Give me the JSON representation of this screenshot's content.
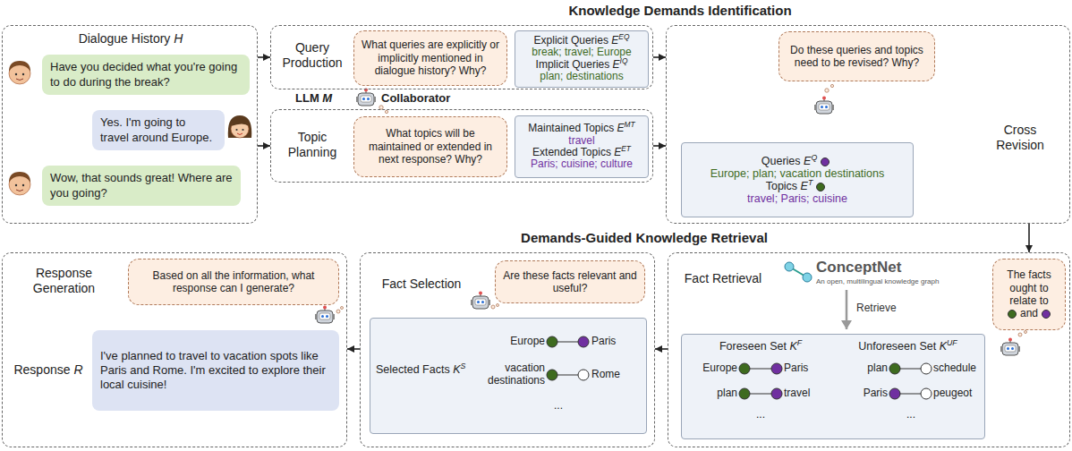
{
  "diagram": {
    "nodes": [
      {
        "text": [
          "Dialogue History H"
        ]
      },
      {
        "text": [
          "Have you decided what you're going to do during the break?"
        ],
        "in": 0
      },
      {
        "text": [
          "Yes. I'm going to travel around Europe."
        ],
        "in": 0
      },
      {
        "text": [
          "Wow, that sounds great! Where are you going?"
        ],
        "in": 0
      },
      {
        "text": [
          "Query Production"
        ]
      },
      {
        "text": [
          "What queries are explicitly or implicitly mentioned in dialogue history? Why?"
        ],
        "in": 4
      },
      {
        "text": [
          "Explicit Queries EEQ",
          "break; travel; Europe",
          "Implicit Queries EIQ",
          "plan; destinations"
        ],
        "in": 4
      },
      {
        "text": [
          "Topic Planning"
        ]
      },
      {
        "text": [
          "What topics will be maintained or extended in next response? Why?"
        ],
        "in": 7
      },
      {
        "text": [
          "Maintained Topics EMT",
          "travel",
          "Extended Topics EET",
          "Paris; cuisine; culture"
        ],
        "in": 7
      },
      {
        "text": [
          "Cross Revision"
        ]
      },
      {
        "text": [
          "Do these queries and topics need to be revised? Why?"
        ],
        "in": 10
      },
      {
        "text": [
          "Queries EQ",
          "Europe; plan; vacation destinations",
          "Topics ET",
          "travel; Paris; cuisine"
        ],
        "in": 10
      },
      {
        "text": [
          "Fact Retrieval"
        ]
      },
      {
        "text": [
          "The facts ought to relate to",
          "and"
        ],
        "in": 13
      },
      {
        "text": [
          "Foreseen Set KF",
          "Unforeseen Set KUF"
        ],
        "in": 13
      },
      {
        "text": [
          "Fact Selection"
        ]
      },
      {
        "text": [
          "Are these facts relevant and useful?"
        ],
        "in": 16
      },
      {
        "text": [
          "Selected Facts KS"
        ],
        "in": 16
      },
      {
        "text": [
          "Response Generation"
        ]
      },
      {
        "text": [
          "Based on all the information, what response can I generate?"
        ],
        "in": 19
      },
      {
        "text": [
          "I've planned to travel to vacation spots like Paris and Rome. I'm excited to explore their local cuisine!"
        ],
        "in": 19
      }
    ],
    "edges": [
      {
        "from": 0,
        "to": 4,
        "arrow": "to"
      },
      {
        "from": 0,
        "to": 7,
        "arrow": "to"
      },
      {
        "from": 4,
        "to": 10,
        "arrow": "to"
      },
      {
        "from": 7,
        "to": 10,
        "arrow": "to"
      },
      {
        "from": 10,
        "to": 13,
        "arrow": "to"
      },
      {
        "from": 13,
        "to": 16,
        "arrow": "to"
      },
      {
        "from": 16,
        "to": 19,
        "arrow": "to"
      }
    ],
    "labels": [
      "Knowledge Demands Identification",
      "LLM M",
      "Collaborator",
      "Demands-Guided Knowledge Retrieval",
      "Response R",
      "ConceptNet",
      "An open, multilingual knowledge graph",
      "Retrieve",
      "Europe",
      "Paris",
      "plan",
      "schedule",
      "plan",
      "travel",
      "Paris",
      "peugeot",
      "...",
      "...",
      "Europe",
      "Paris",
      "vacation destinations",
      "Rome",
      "..."
    ]
  }
}
